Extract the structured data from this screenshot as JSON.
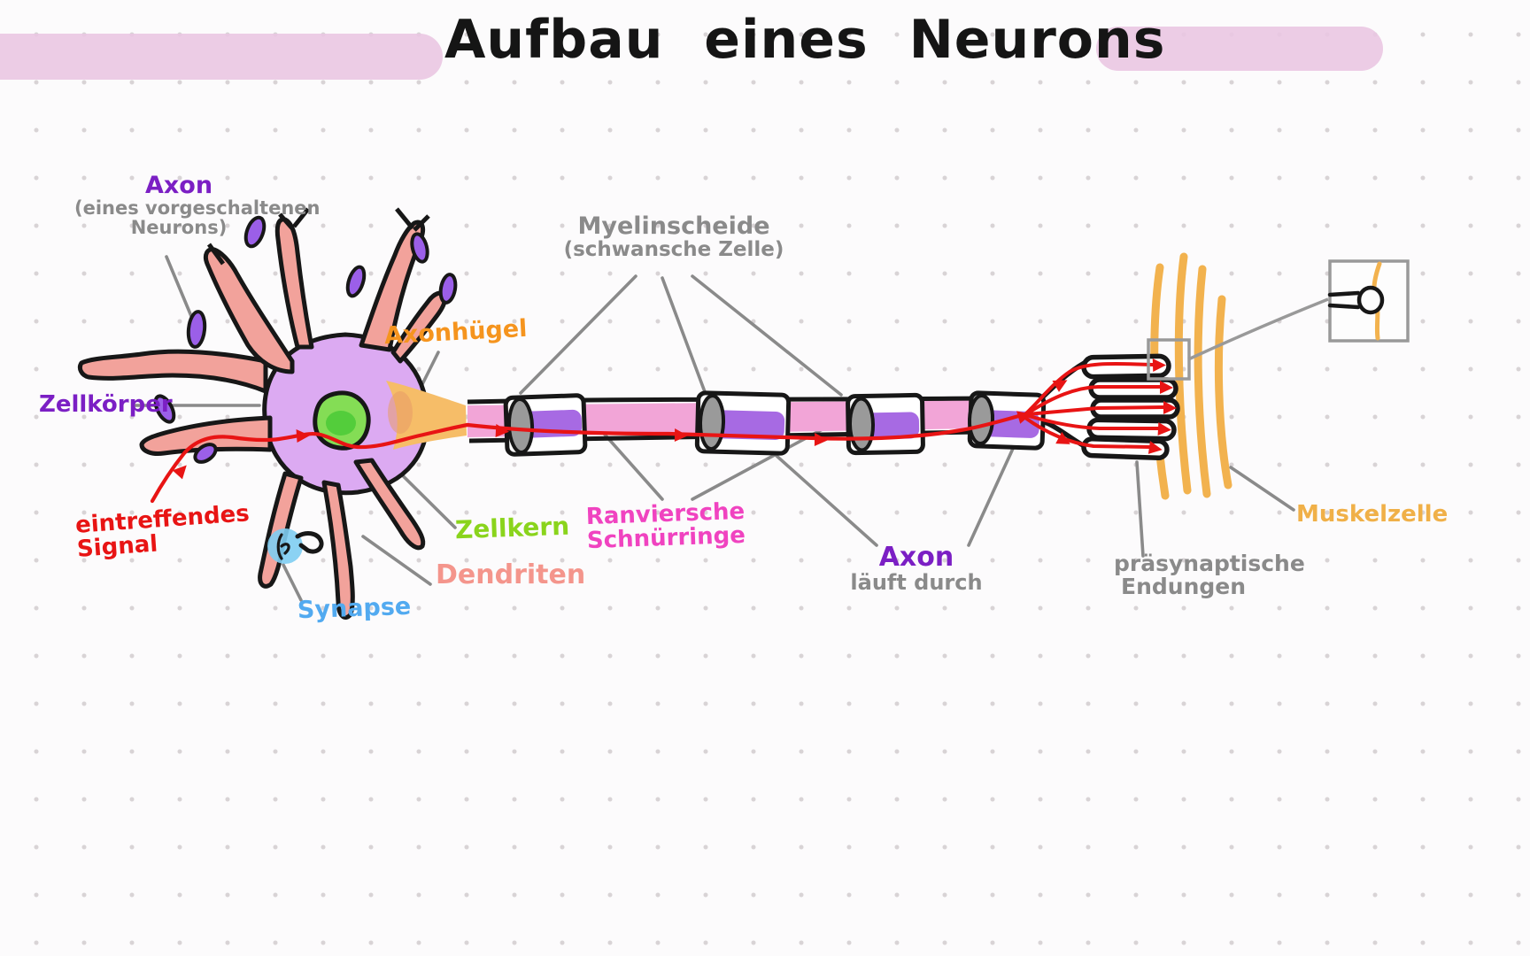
{
  "page": {
    "title": "Aufbau eines Neurons"
  },
  "labels": {
    "axon_upstream": {
      "line1": "Axon",
      "line2": "(eines vorgeschaltenen",
      "line3": "Neurons)"
    },
    "zellkoerper": "Zellkörper",
    "axonhuegel": "Axonhügel",
    "zellkern": "Zellkern",
    "dendriten": "Dendriten",
    "synapse": "Synapse",
    "signal": {
      "line1": "eintreffendes",
      "line2": "Signal"
    },
    "myelin": {
      "line1": "Myelinscheide",
      "line2": "(schwansche Zelle)"
    },
    "ranvier": {
      "line1": "Ranviersche",
      "line2": "Schnürringe"
    },
    "axon_runs": {
      "line1": "Axon",
      "line2": "läuft durch"
    },
    "praesynaptisch": {
      "line1": "präsynaptische",
      "line2": "Endungen"
    },
    "muskelzelle": "Muskelzelle"
  },
  "palette": {
    "highlight_pink": "#eac7e2",
    "label_purple": "#7b1fc4",
    "label_gray": "#8a8a8a",
    "label_orange": "#f5941e",
    "label_green": "#8ad41c",
    "label_salmon": "#f4958c",
    "label_blue": "#52aaf0",
    "label_red": "#e81414",
    "label_magenta": "#f043c0",
    "label_amber": "#f0b048",
    "dendrite_fill": "#f2a29b",
    "soma_fill": "#dcaaf2",
    "knob_purple": "#9b5fe8",
    "nucleus_outer": "#84dd55",
    "nucleus_inner": "#4ecb38",
    "hillock_fill": "#f6bd68",
    "axon_pink": "#f2a5d7",
    "axon_purple": "#a76ae3",
    "myelin_cap_gray": "#9a9a9a",
    "signal_red": "#e81414",
    "muscle_orange": "#f2b24e",
    "synapse_blue": "#7ecdf2",
    "outline_black": "#171717",
    "pointer_gray": "#8a8a8a"
  }
}
